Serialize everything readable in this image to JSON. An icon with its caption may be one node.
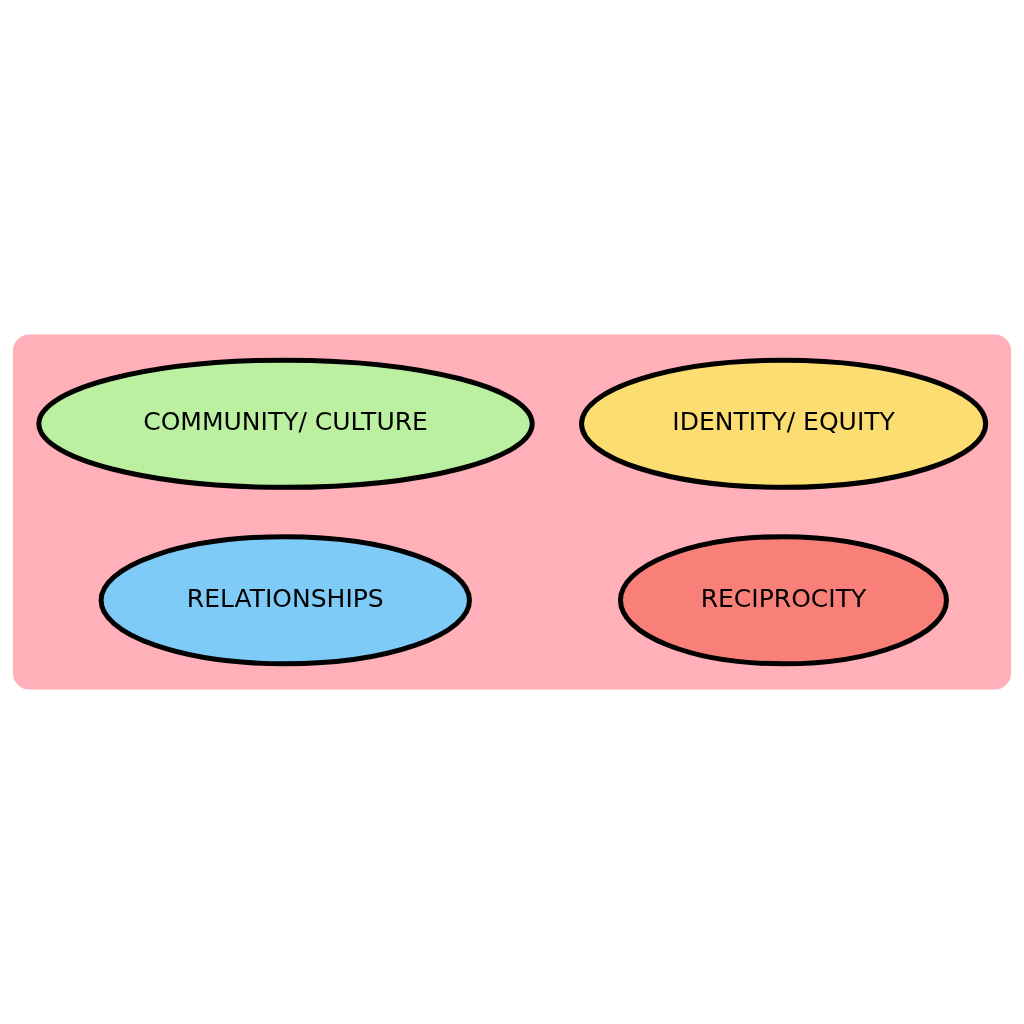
{
  "diagram": {
    "nodes": [
      {
        "text": [],
        "shape": "box"
      },
      {
        "text": [
          "RELATIONSHIPS"
        ],
        "in": 0
      },
      {
        "text": [
          "COMMUNITY/ CULTURE"
        ],
        "in": 0
      },
      {
        "text": [
          "IDENTITY/ EQUITY"
        ],
        "in": 0
      },
      {
        "text": [
          "RECIPROCITY"
        ],
        "in": 0
      }
    ]
  }
}
